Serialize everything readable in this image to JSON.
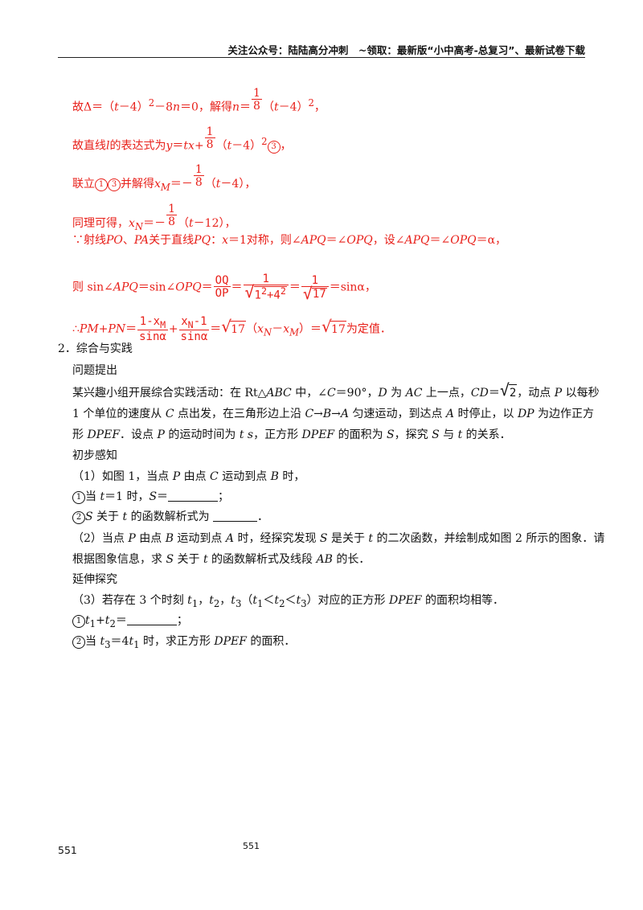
{
  "header": {
    "text": "关注公众号：陆陆高分冲刺　~领取：最新版“小中高考-总复习”、最新试卷下载"
  },
  "solution": {
    "line1": {
      "pre": "故Δ＝（",
      "t": "t",
      "mid": "－4）",
      "sup": "2",
      "mid2": "－8",
      "n": "n",
      "eq": "＝0，解得",
      "n2": "n",
      "eq2": "＝",
      "frac_num": "1",
      "frac_den": "8",
      "post": "（",
      "t2": "t",
      "post2": "－4）",
      "sup2": "2",
      "end": "，"
    },
    "line2": {
      "pre": "故直线",
      "l": "l",
      "mid": "的表达式为",
      "y": "y",
      "eq": "＝",
      "tx": "tx",
      "plus": "+",
      "frac_num": "1",
      "frac_den": "8",
      "post": "（",
      "t": "t",
      "post2": "－4）",
      "sup": "2",
      "circ": "3",
      "end": "，"
    },
    "line3": {
      "pre": "联立",
      "c1": "1",
      "c3": "3",
      "mid": "并解得",
      "x": "x",
      "sub": "M",
      "eq": "＝－",
      "frac_num": "1",
      "frac_den": "8",
      "post": "（",
      "t": "t",
      "end": "－4），"
    },
    "line4": {
      "pre": "同理可得，",
      "x": "x",
      "sub": "N",
      "eq": "＝－",
      "frac_num": "1",
      "frac_den": "8",
      "post": "（",
      "t": "t",
      "end": "－12），"
    },
    "line5": {
      "text_a": "∵射线",
      "po": "PO",
      "text_b": "、",
      "pa": "PA",
      "text_c": "关于直线",
      "pq": "PQ",
      "text_d": "：",
      "x": "x",
      "text_e": "＝1对称，则∠",
      "apq": "APQ",
      "text_f": "＝∠",
      "opq": "OPQ",
      "text_g": "，设∠",
      "apq2": "APQ",
      "text_h": "＝∠",
      "opq2": "OPQ",
      "text_i": "＝α，"
    },
    "line6": {
      "pre": "则 sin∠",
      "apq": "APQ",
      "mid": "＝sin∠",
      "opq": "OPQ",
      "eq": "＝",
      "f1_num": "OQ",
      "f1_den": "OP",
      "eq2": "＝",
      "f2_num": "1",
      "f2_den_a": "1",
      "f2_den_sup_a": "2",
      "f2_den_plus": "+4",
      "f2_den_sup_b": "2",
      "eq3": "＝",
      "f3_num": "1",
      "f3_den": "17",
      "end": "＝sinα，"
    },
    "line7": {
      "pre": "∴",
      "pm": "PM",
      "plus": "+",
      "pn": "PN",
      "eq": "＝",
      "f1_num_a": "1-x",
      "f1_num_sub": "M",
      "f1_den": "sinα",
      "plus2": "+",
      "f2_num_a": "x",
      "f2_num_sub": "N",
      "f2_num_b": "-1",
      "f2_den": "sinα",
      "eq2": "＝",
      "r1": "17",
      "paren_a": "（",
      "xn": "x",
      "xn_sub": "N",
      "minus": "－",
      "xm": "x",
      "xm_sub": "M",
      "paren_b": "）＝",
      "r2": "17",
      "end": "为定值．"
    }
  },
  "problem": {
    "number": "2．综合与实践",
    "section1": "问题提出",
    "intro1": {
      "a": "某兴趣小组开展综合实践活动：在 Rt△",
      "abc": "ABC",
      "b": " 中，∠",
      "c": "C",
      "d": "＝90°，",
      "D": "D",
      "e": " 为 ",
      "ac": "AC",
      "f": " 上一点，",
      "cd": "CD",
      "g": "＝",
      "r": "2",
      "h": "，动点 ",
      "p": "P",
      "i": " 以每秒"
    },
    "intro2": {
      "a": "1 个单位的速度从 ",
      "c": "C",
      "b": " 点出发，在三角形边上沿 ",
      "path": "C→B→A",
      "d": " 匀速运动，到达点 ",
      "A": "A",
      "e": " 时停止，以 ",
      "dp": "DP",
      "f": " 为边作正方"
    },
    "intro3": {
      "a": "形 ",
      "dpef": "DPEF",
      "b": "．设点 ",
      "p": "P",
      "c": " 的运动时间为 ",
      "t": "t",
      "d": " ",
      "s": "s",
      "e": "，正方形 ",
      "dpef2": "DPEF",
      "f": " 的面积为 ",
      "S": "S",
      "g": "，探究 ",
      "S2": "S",
      "h": " 与 ",
      "t2": "t",
      "i": " 的关系．"
    },
    "section2": "初步感知",
    "q1": {
      "a": "（1）如图 1，当点 ",
      "p": "P",
      "b": " 由点 ",
      "c": "C",
      "d": " 运动到点 ",
      "bpt": "B",
      "e": " 时，"
    },
    "q1a": {
      "circ": "1",
      "a": "当 ",
      "t": "t",
      "b": "＝1 时，",
      "S": "S",
      "c": "＝",
      "end": "；"
    },
    "q1b": {
      "circ": "2",
      "S": "S",
      "a": " 关于 ",
      "t": "t",
      "b": " 的函数解析式为 ",
      "end": "．"
    },
    "q2a": {
      "a": "（2）当点 ",
      "p": "P",
      "b": " 由点 ",
      "bpt": "B",
      "c": " 运动到点 ",
      "A": "A",
      "d": " 时，经探究发现 ",
      "S": "S",
      "e": " 是关于 ",
      "t": "t",
      "f": " 的二次函数，并绘制成如图 2 所示的图象．请"
    },
    "q2b": {
      "a": "根据图象信息，求 ",
      "S": "S",
      "b": " 关于 ",
      "t": "t",
      "c": " 的函数解析式及线段 ",
      "ab": "AB",
      "d": " 的长．"
    },
    "section3": "延伸探究",
    "q3": {
      "a": "（3）若存在 3 个时刻 ",
      "t1": "t",
      "s1": "1",
      "b": "，",
      "t2": "t",
      "s2": "2",
      "c": "，",
      "t3": "t",
      "s3": "3",
      "d": "（",
      "t1b": "t",
      "s1b": "1",
      "e": "＜",
      "t2b": "t",
      "s2b": "2",
      "f": "＜",
      "t3b": "t",
      "s3b": "3",
      "g": "）对应的正方形 ",
      "dpef": "DPEF",
      "h": " 的面积均相等．"
    },
    "q3a": {
      "circ": "1",
      "t1": "t",
      "s1": "1",
      "plus": "+",
      "t2": "t",
      "s2": "2",
      "eq": "＝",
      "end": "；"
    },
    "q3b": {
      "circ": "2",
      "a": "当 ",
      "t3": "t",
      "s3": "3",
      "b": "＝4",
      "t1": "t",
      "s1": "1",
      "c": " 时，求正方形 ",
      "dpef": "DPEF",
      "d": " 的面积．"
    }
  },
  "footer": {
    "left": "551",
    "center": "551"
  }
}
